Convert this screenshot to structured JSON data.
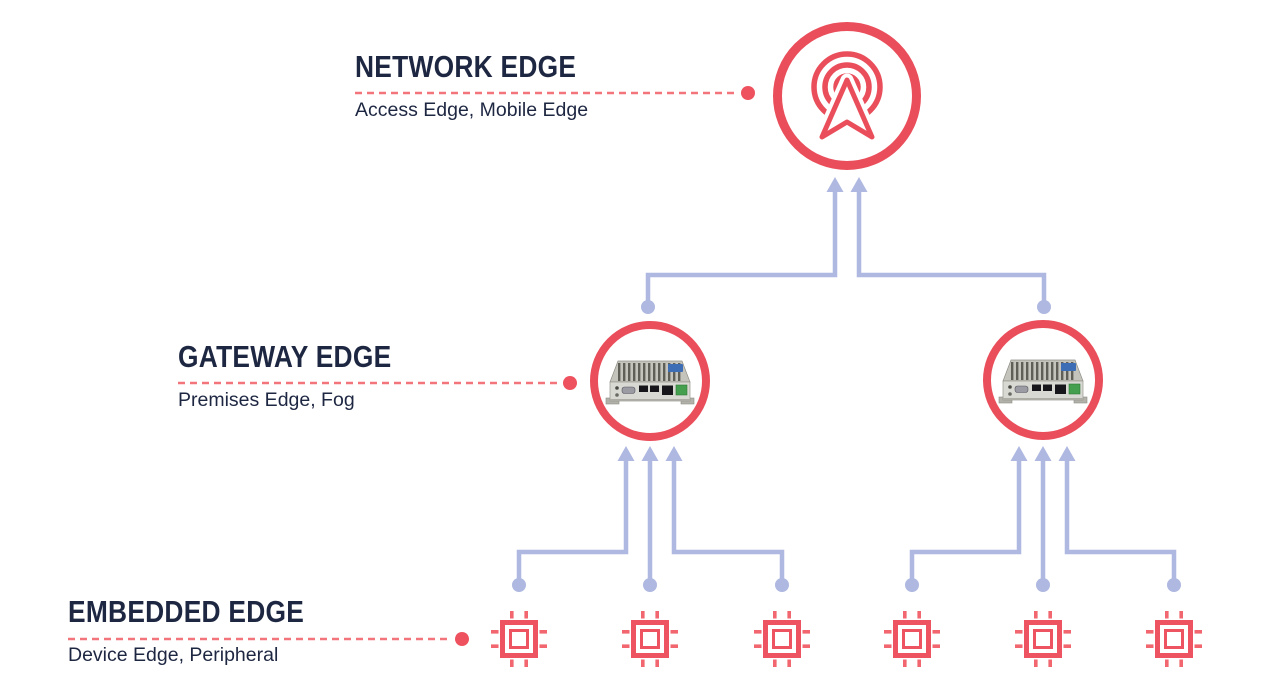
{
  "diagram": {
    "name": "edge-computing-tiers",
    "background": "#ffffff",
    "tiers": [
      {
        "id": "network-edge",
        "title": "NETWORK EDGE",
        "subtitle": "Access Edge, Mobile Edge",
        "icon": "broadcast-antenna-icon",
        "node_count": 1
      },
      {
        "id": "gateway-edge",
        "title": "GATEWAY EDGE",
        "subtitle": "Premises Edge, Fog",
        "icon": "gateway-device-photo",
        "node_count": 2
      },
      {
        "id": "embedded-edge",
        "title": "EMBEDDED EDGE",
        "subtitle": "Device Edge, Peripheral",
        "icon": "chip-icon",
        "node_count": 6
      }
    ],
    "colors": {
      "accent_red": "#ea4e5b",
      "dash_red": "#f2757c",
      "dot_red": "#ee525e",
      "heading_navy": "#1e2742",
      "connector_blue": "#aeb8e0"
    }
  }
}
